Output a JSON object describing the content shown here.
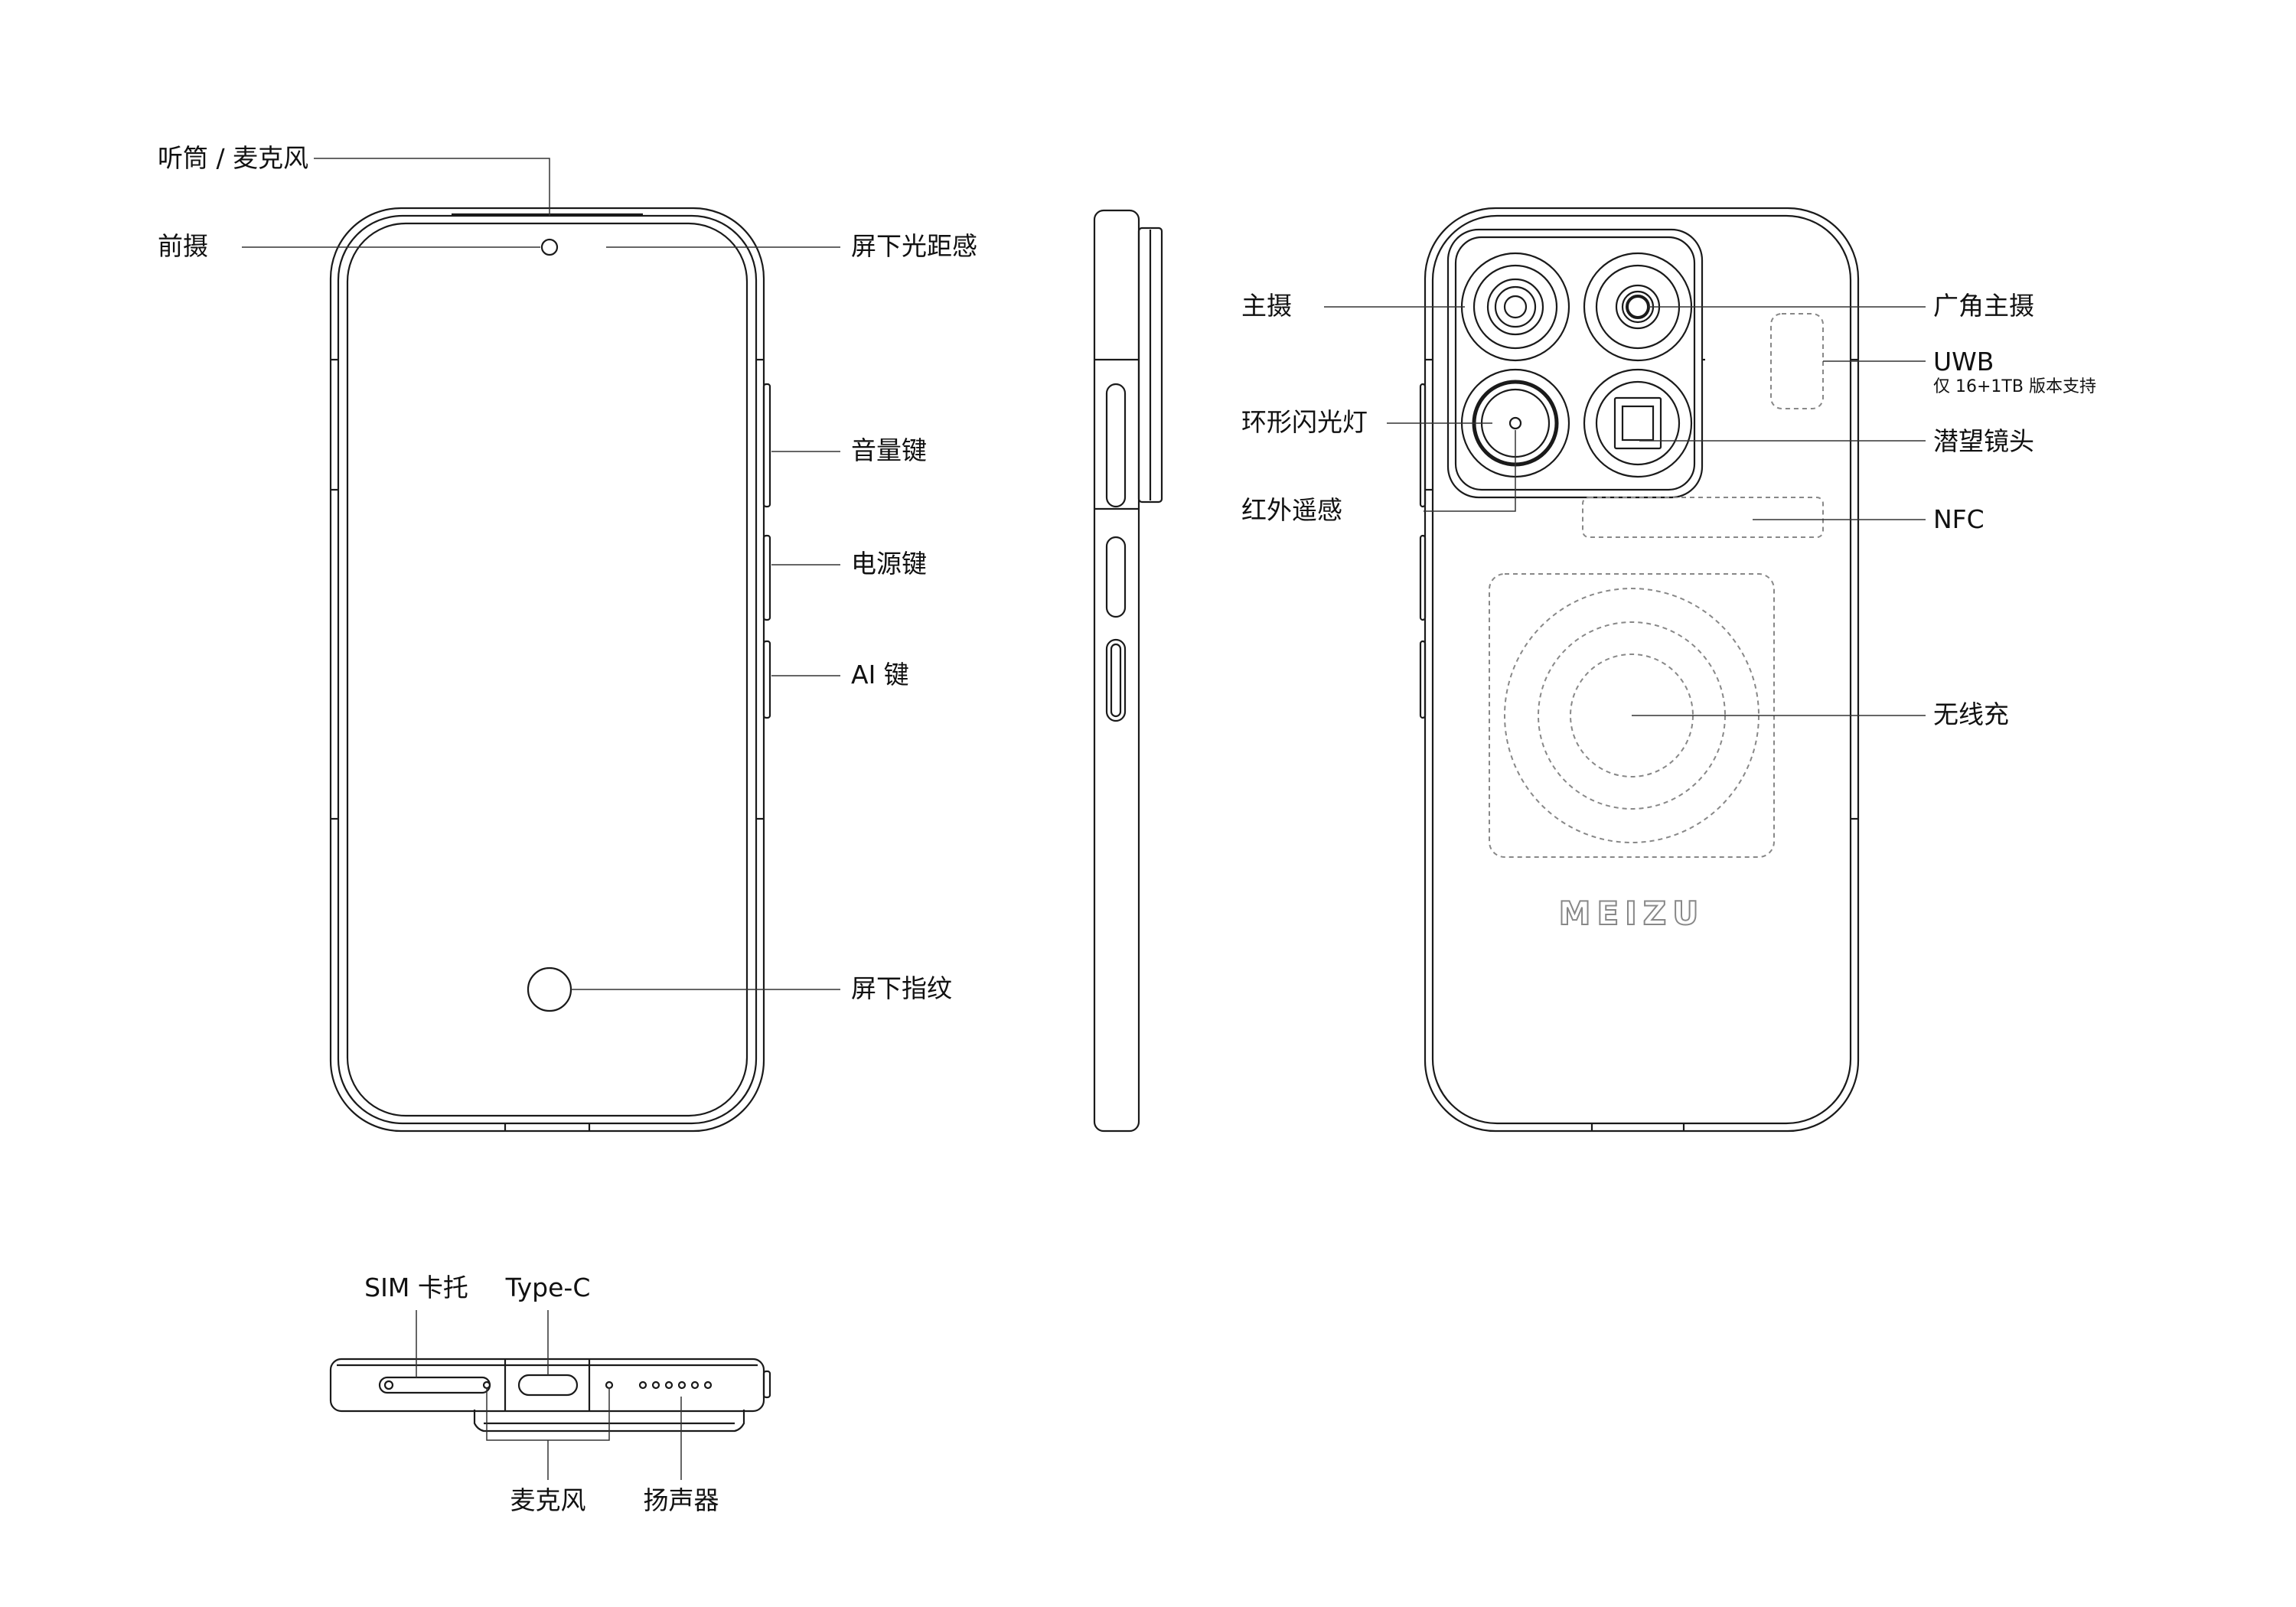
{
  "labels": {
    "earpiece_mic": "听筒 / 麦克风",
    "front_camera": "前摄",
    "proximity": "屏下光距感",
    "volume_key": "音量键",
    "power_key": "电源键",
    "ai_key": "AI 键",
    "fingerprint": "屏下指纹",
    "main_camera": "主摄",
    "ring_flash": "环形闪光灯",
    "ir_remote": "红外遥感",
    "wide_main": "广角主摄",
    "uwb": "UWB",
    "uwb_note": "仅 16+1TB 版本支持",
    "periscope": "潜望镜头",
    "nfc": "NFC",
    "wireless_charging": "无线充",
    "sim_tray": "SIM 卡托",
    "type_c": "Type-C",
    "microphone": "麦克风",
    "speaker": "扬声器"
  },
  "brand": {
    "logo": "MEIZU"
  },
  "colors": {
    "line": "#1a1a1a",
    "leader": "#333333",
    "dashed": "#888888"
  }
}
